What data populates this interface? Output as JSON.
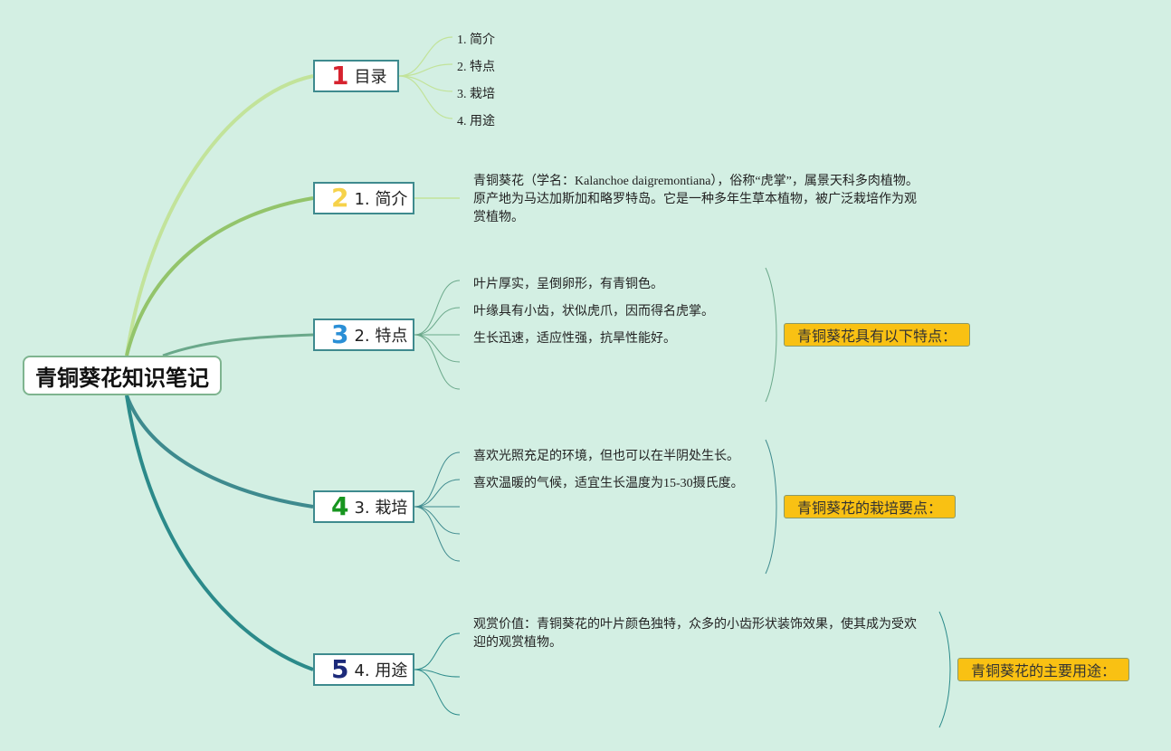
{
  "root": {
    "title": "青铜葵花知识笔记"
  },
  "branches": [
    {
      "num": "1",
      "num_color": "#d6222e",
      "label": "目录"
    },
    {
      "num": "2",
      "num_color": "#f6d24a",
      "label": "1. 简介"
    },
    {
      "num": "3",
      "num_color": "#2a8fd6",
      "label": "2. 特点"
    },
    {
      "num": "4",
      "num_color": "#17951f",
      "label": "3. 栽培"
    },
    {
      "num": "5",
      "num_color": "#1c2a7a",
      "label": "4. 用途"
    }
  ],
  "toc": [
    "1. 简介",
    "2. 特点",
    "3. 栽培",
    "4. 用途"
  ],
  "intro": {
    "lines": [
      "青铜葵花（学名：Kalanchoe daigremontiana），俗称“虎掌”，属景天科多肉植物。",
      "原产地为马达加斯加和略罗特岛。它是一种多年生草本植物，被广泛栽培作为观",
      "赏植物。"
    ]
  },
  "features": {
    "items": [
      "叶片厚实，呈倒卵形，有青铜色。",
      "叶缘具有小齿，状似虎爪，因而得名虎掌。",
      "生长迅速，适应性强，抗旱性能好。"
    ],
    "summary": "青铜葵花具有以下特点："
  },
  "cultivation": {
    "items": [
      "喜欢光照充足的环境，但也可以在半阴处生长。",
      "喜欢温暖的气候，适宜生长温度为15-30摄氏度。"
    ],
    "summary": "青铜葵花的栽培要点："
  },
  "uses": {
    "lines": [
      "观赏价值：青铜葵花的叶片颜色独特，众多的小齿形状装饰效果，使其成为受欢",
      "迎的观赏植物。"
    ],
    "summary": "青铜葵花的主要用途："
  },
  "colors": {
    "background": "#d3efe3",
    "branch1": "#c2e39a",
    "branch2": "#93c46b",
    "branch3": "#6aa88a",
    "branch4": "#3e8a8e",
    "branch5": "#2b8a8a",
    "summary_fill": "#f9c113"
  }
}
